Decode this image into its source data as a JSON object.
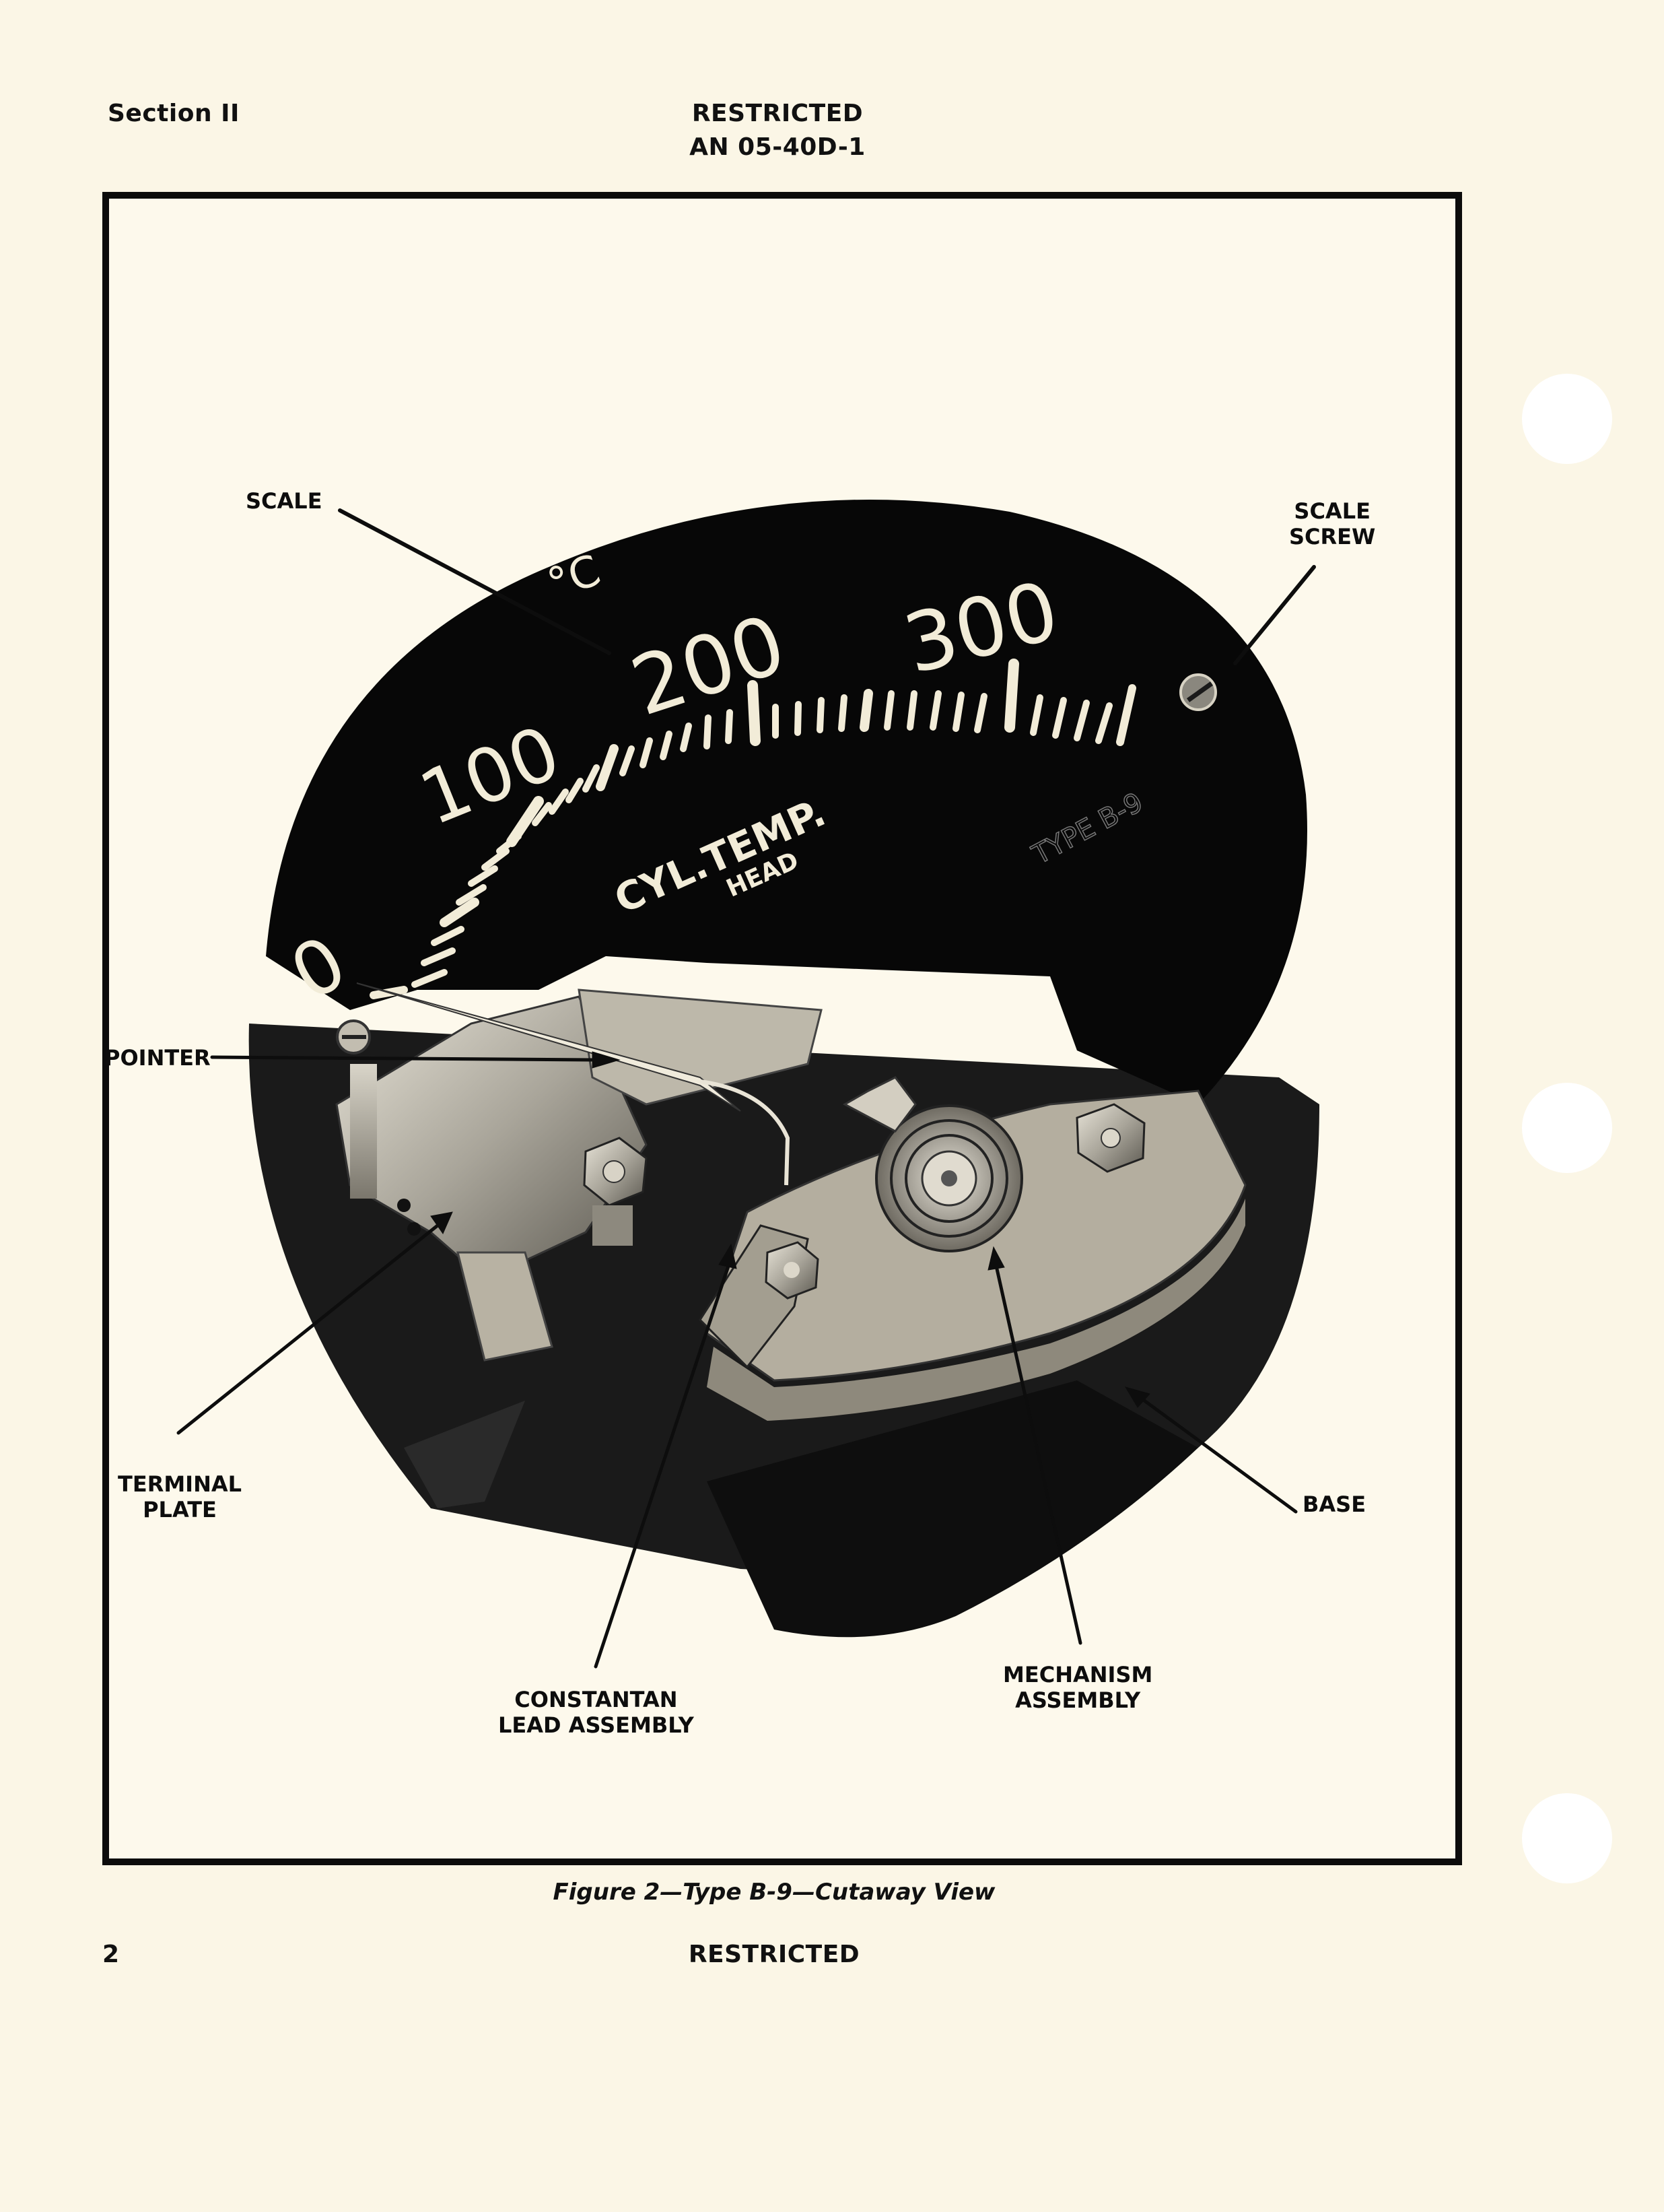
{
  "header": {
    "section": "Section II",
    "classification": "RESTRICTED",
    "document_number": "AN 05-40D-1"
  },
  "figure": {
    "caption": "Figure 2—Type B-9—Cutaway View",
    "dial": {
      "unit": "°C",
      "scale_numbers": [
        "0",
        "100",
        "200",
        "300"
      ],
      "title": "CYL.TEMP.",
      "subtitle": "HEAD",
      "type_marking": "TYPE B-9"
    },
    "callouts": {
      "scale": "SCALE",
      "scale_screw": [
        "SCALE",
        "SCREW"
      ],
      "pointer": "POINTER",
      "terminal_plate": [
        "TERMINAL",
        "PLATE"
      ],
      "constantan_lead_assembly": [
        "CONSTANTAN",
        "LEAD ASSEMBLY"
      ],
      "mechanism_assembly": [
        "MECHANISM",
        "ASSEMBLY"
      ],
      "base": "BASE"
    }
  },
  "footer": {
    "page_number": "2",
    "classification": "RESTRICTED"
  },
  "colors": {
    "paper": "#fbf6e6",
    "ink": "#0d0d0d",
    "dial_face": "#070707",
    "dial_markings": "#f2ecd8",
    "metal": "#c9c4b6"
  }
}
